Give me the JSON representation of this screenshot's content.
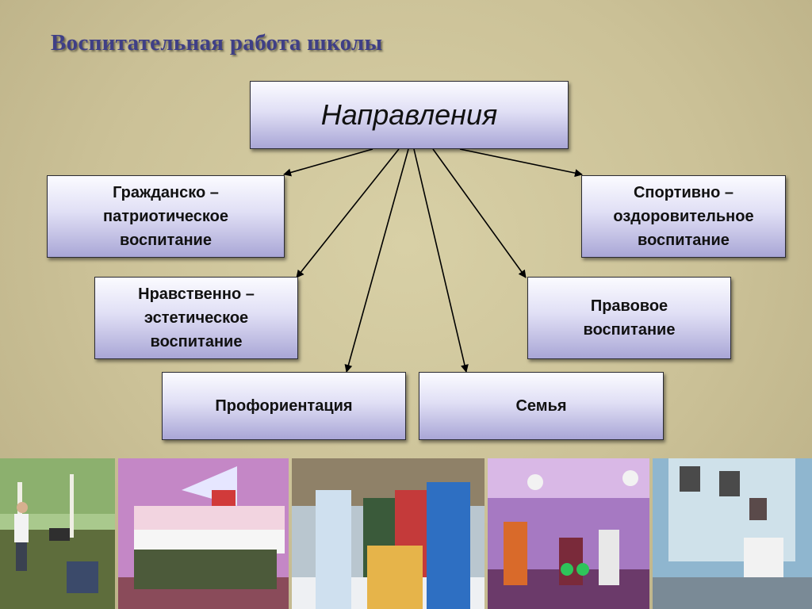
{
  "slide": {
    "title": "Воспитательная работа  школы"
  },
  "diagram": {
    "root": {
      "label": "Направления"
    },
    "branches": [
      {
        "id": "civic",
        "label": "Гражданско –\nпатриотическое\nвоспитание"
      },
      {
        "id": "sport",
        "label": "Спортивно –\nоздоровительное\nвоспитание"
      },
      {
        "id": "moral",
        "label": "Нравственно –\nэстетическое\nвоспитание"
      },
      {
        "id": "legal",
        "label": "Правовое\nвоспитание"
      },
      {
        "id": "career",
        "label": "Профориентация"
      },
      {
        "id": "family",
        "label": "Семья"
      }
    ]
  },
  "photos": [
    {
      "name": "photo-gardening"
    },
    {
      "name": "photo-student-choir"
    },
    {
      "name": "photo-winter-carnival"
    },
    {
      "name": "photo-stage-performance"
    },
    {
      "name": "photo-school-museum"
    }
  ]
}
